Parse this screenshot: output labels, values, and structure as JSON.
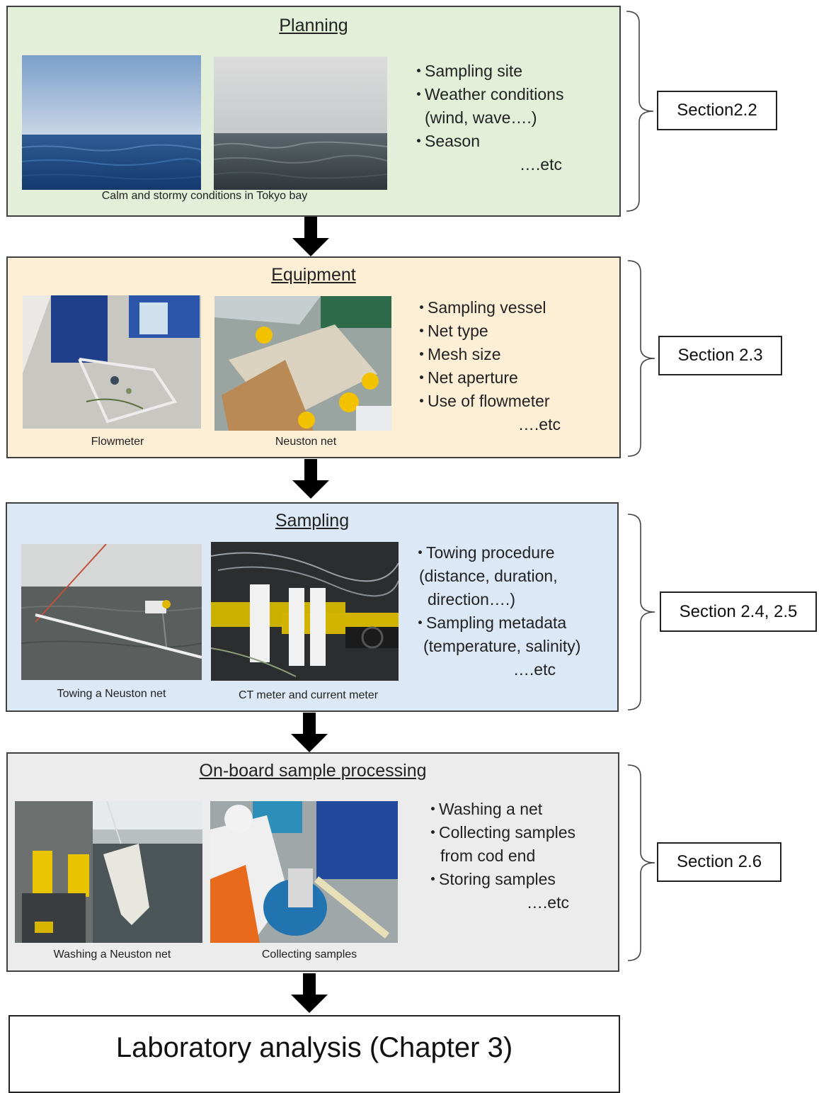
{
  "stages": [
    {
      "title": "Planning",
      "caption": "Calm and stormy conditions in Tokyo bay",
      "bullets": [
        "Sampling  site",
        "Weather conditions",
        "(wind, wave….)",
        "Season",
        "….etc"
      ],
      "section": "Section2.2",
      "background": "#e3efd9"
    },
    {
      "title": "Equipment",
      "captions": [
        "Flowmeter",
        "Neuston net"
      ],
      "bullets": [
        "Sampling vessel",
        "Net type",
        "Mesh size",
        "Net aperture",
        "Use of flowmeter",
        "….etc"
      ],
      "section": "Section 2.3",
      "background": "#fdefd6"
    },
    {
      "title": "Sampling",
      "captions": [
        "Towing a Neuston net",
        "CT meter and  current meter"
      ],
      "bullets": [
        "Towing procedure",
        "(distance, duration,",
        "direction….)",
        "Sampling metadata",
        "(temperature, salinity)",
        "….etc"
      ],
      "section": "Section 2.4, 2.5",
      "background": "#dce8f6"
    },
    {
      "title": "On-board sample processing",
      "captions": [
        "Washing a Neuston net",
        "Collecting samples"
      ],
      "bullets": [
        "Washing a net",
        "Collecting samples",
        "from cod end",
        "Storing samples",
        "….etc"
      ],
      "section": "Section 2.6",
      "background": "#ececec"
    }
  ],
  "final": "Laboratory  analysis (Chapter 3)",
  "bullet_glyph": "・"
}
